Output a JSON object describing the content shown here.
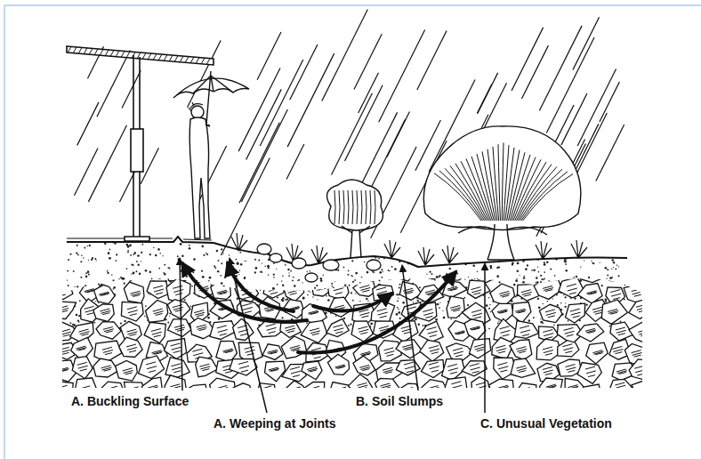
{
  "diagram": {
    "labels": [
      "A. Buckling Surface",
      "A. Weeping at Joints",
      "B. Soil Slumps",
      "C. Unusual Vegetation"
    ]
  }
}
